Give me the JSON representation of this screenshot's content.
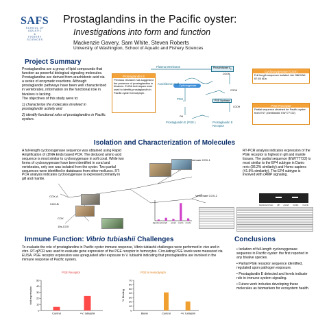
{
  "logo": {
    "letters": "SAFS",
    "line1": "SCHOOL OF",
    "line2": "AQUATIC",
    "line3": "&",
    "line4": "FISHERY",
    "line5": "SCIENCES"
  },
  "title": "Prostaglandins in the Pacific oyster:",
  "subtitle": "Investigations into form and function",
  "authors": "Mackenzie Gavery, Sam White, Steven Roberts",
  "affiliation": "University of Washington, School of Aquatic and Fishery Sciences",
  "project_summary": {
    "heading": "Project Summary",
    "body": "Prostaglandins are a group of lipid compounds that function as powerful biological signaling molecules. Prostaglandins are derived from arachidonic acid via a series of enzymatic reactions. Although prostaglandin pathways have been well characterized in vertebrates, information on the functional role in bivalves is lacking.",
    "objectives_intro": "The objectives of this study were to:",
    "objective1": "1) characterize the molecules involved in prostaglandin activity and",
    "objective2": "2) identify functional roles of prostaglandins in Pacific oysters."
  },
  "pathway": {
    "membrane": "Plasma Membrane",
    "pla2": "Phospholipase A",
    "cooh1": "COOH",
    "arachidonic": "Arachidonic Acid",
    "cyclo": "Cyclooxygenase",
    "cooh2": "COOH",
    "pgh2": "PGH",
    "pge_synthase": "PGE Synthase",
    "cooh3": "COOH",
    "oh": "OH",
    "pge2": "Prostaglandin E",
    "pge2_sub": "(PGE )",
    "receptor": "Prostaglandin E  Receptor",
    "prostaglandin_box_head": "Prostaglandin E",
    "prostaglandin_box_body": "Previous research has suggested the presence of prostaglandins in bivalves. ELISA techniques were used to identify prostaglandin in Pacific oyster hemolymph.",
    "cox_box_head": "Cyclooxygenase (COX)",
    "cox_box_body": "Full length sequence isolated. AA: 588    MW: 67.65 kDa",
    "rec_box_head": "PGE  Receptor",
    "rec_box_body": "Partial sequence obtained for Pacific oyster from EST (GenBank#: EW777722)"
  },
  "isolation": {
    "heading": "Isolation and Characterization of Molecules",
    "left_text": "A full-length cyclooxygenase sequence was obtained using Rapid Amplification of cDNA Ends based PCR. The deduced amino acid sequence is most similar to cyclooxygenase in soft coral. While two forms of cyclooxygenase have been identified in coral and vertebrates, only one was isolated from the oyster. Two partial sequences were identified in databases from other molluscs. RT-PCR analysis indicates cyclooxygenase is expressed primarily in gill and mantle.",
    "right_text": "RT-PCR analysis indicates expression of the PGE  receptor is highest in gill and mantle tissues. The partial sequence (EW777722) is most similar to the EP4 subtype in Danio rerio (36.2% similarity) and Homo sapiens (41.6% similarity). The EP4 subtype is involved with cAMP signaling.",
    "tree_labels": [
      "Vertebrate COX-1",
      "COX-A",
      "COX-B",
      "COX",
      "15s-COX",
      "Vertebrate COX-2"
    ],
    "gel_labels": [
      "Hepatopancreas",
      "gill",
      "gonad",
      "mantle",
      "muscle"
    ]
  },
  "immune": {
    "heading_prefix": "Immune Function:",
    "heading_species": "Vibrio tubiashii",
    "heading_suffix": "Challenges",
    "text": "To evaluate the role of prostaglandins in Pacific oyster immune response, Vibrio tubiashii challenges were performed in vivo and in vitro. RT-qPCR was used to evaluate gene expression of the PGE  receptor in hemocytes. Circulating PGE  levels were measured via ELISA. PGE  receptor expression was upregulated after exposure to V. tubiashii indicating that prostaglandins are involved in the immune response of Pacific oysters."
  },
  "conclusions": {
    "heading": "Conclusions",
    "items": [
      "Isolation of full-length cyclooxygenase sequence in Pacific oyster: the first reported in any bivalve species.",
      "Partial PGE  receptor sequence identified, regulated upon pathogen exposure.",
      "Prostaglandin E  detected and levels indicate role in immune system signaling.",
      "Future work includes developing these molecules as biomarkers for ecosystem health."
    ]
  },
  "chart_data": [
    {
      "type": "bar",
      "title": "PGE  Receptor",
      "categories": [
        "Control",
        "+V. tubiashii"
      ],
      "values": [
        6,
        24
      ],
      "ylabel": "fold expression",
      "ylim": [
        0,
        50
      ],
      "yticks": [
        0,
        10,
        20,
        30,
        40,
        50
      ],
      "color": "#ff4a4a"
    },
    {
      "type": "bar",
      "title": "PGE  in Hemolymph",
      "categories": [
        "Blank",
        "Control",
        "+V. tubiashii"
      ],
      "values": [
        0,
        42,
        21
      ],
      "ylabel": "% Binding",
      "ylim": [
        0,
        70
      ],
      "yticks": [
        0,
        10,
        20,
        30,
        40,
        50,
        60,
        70
      ],
      "color": "#f0a030"
    },
    {
      "type": "bar",
      "title": "",
      "categories": [
        "digestive gland",
        "gill",
        "gonad",
        "mantle",
        "muscle"
      ],
      "values": [
        2,
        5,
        3,
        30,
        4
      ],
      "ylim": [
        0,
        35
      ],
      "color": "#d040c8"
    }
  ]
}
